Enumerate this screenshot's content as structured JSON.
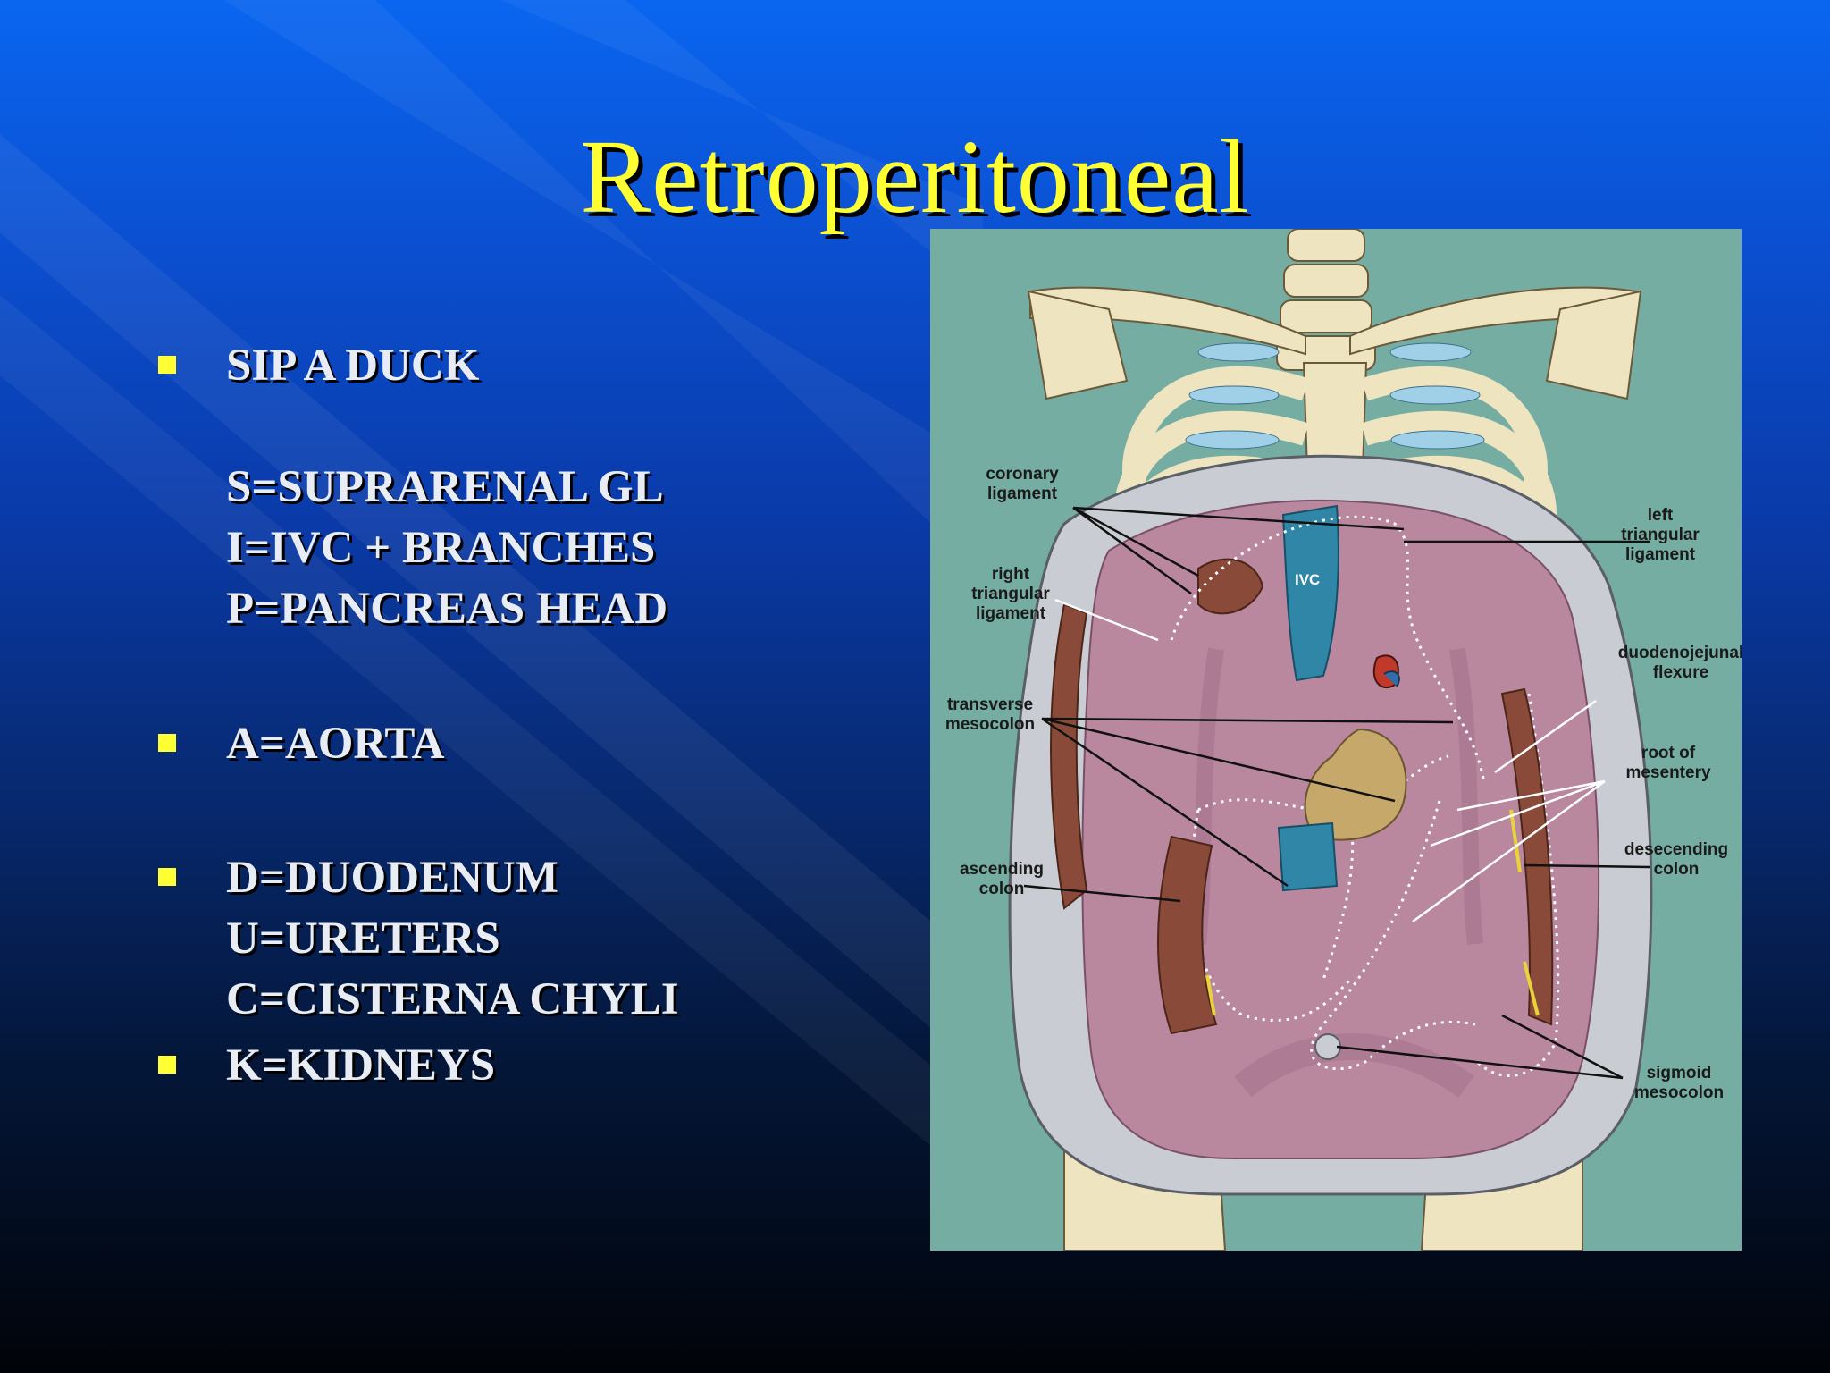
{
  "slide": {
    "title": "Retroperitoneal",
    "colors": {
      "title": "#ffff33",
      "bullet_marker": "#ffff33",
      "body_text": "#e8ecf4"
    },
    "bullets": [
      {
        "lines": [
          "SIP A DUCK",
          "",
          "S=SUPRARENAL GL",
          "I=IVC + BRANCHES",
          "P=PANCREAS HEAD"
        ]
      },
      {
        "lines": [
          "A=AORTA"
        ]
      },
      {
        "lines": [
          "D=DUODENUM",
          "U=URETERS",
          "C=CISTERNA CHYLI"
        ]
      },
      {
        "lines": [
          "K=KIDNEYS"
        ]
      }
    ]
  },
  "figure": {
    "labels": {
      "coronary_ligament": [
        "coronary",
        "ligament"
      ],
      "right_triangular_ligament": [
        "right",
        "triangular",
        "ligament"
      ],
      "ivc": "IVC",
      "left_triangular_ligament": [
        "left",
        "triangular",
        "ligament"
      ],
      "duodenojejunal_flexure": [
        "duodenojejunal",
        "flexure"
      ],
      "transverse_mesocolon": [
        "transverse",
        "mesocolon"
      ],
      "root_of_mesentery": [
        "root of",
        "mesentery"
      ],
      "ascending_colon": [
        "ascending",
        "colon"
      ],
      "descending_colon": [
        "desecending",
        "colon"
      ],
      "sigmoid_mesocolon": [
        "sigmoid",
        "mesocolon"
      ]
    }
  }
}
